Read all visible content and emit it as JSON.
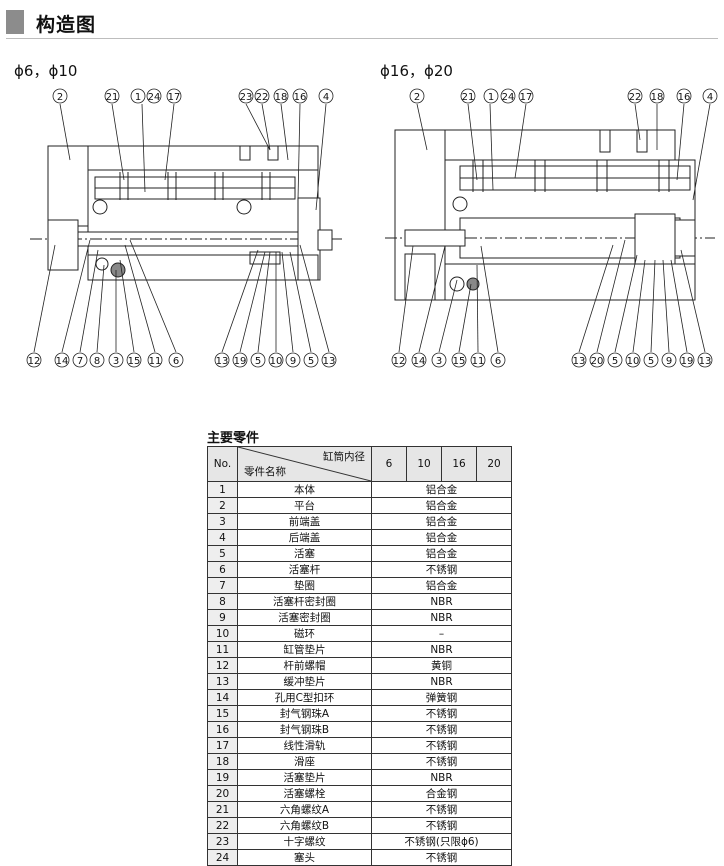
{
  "page": {
    "title": "构造图"
  },
  "diagram_left": {
    "size_label": "ϕ6，ϕ10",
    "top_callouts": [
      "2",
      "21",
      "1",
      "24",
      "17",
      "23",
      "22",
      "18",
      "16",
      "4"
    ],
    "bottom_callouts": [
      "12",
      "14",
      "7",
      "8",
      "3",
      "15",
      "11",
      "6",
      "13",
      "19",
      "5",
      "10",
      "9",
      "5",
      "13"
    ]
  },
  "diagram_right": {
    "size_label": "ϕ16，ϕ20",
    "top_callouts": [
      "2",
      "21",
      "1",
      "24",
      "17",
      "22",
      "18",
      "16",
      "4"
    ],
    "bottom_callouts": [
      "12",
      "14",
      "3",
      "15",
      "11",
      "6",
      "13",
      "20",
      "5",
      "10",
      "5",
      "9",
      "19",
      "13"
    ]
  },
  "table": {
    "title": "主要零件",
    "header_no": "No.",
    "header_bore": "缸筒内径",
    "header_part": "零件名称",
    "sizes": [
      "6",
      "10",
      "16",
      "20"
    ],
    "rows": [
      {
        "no": "1",
        "name": "本体",
        "material": "铝合金"
      },
      {
        "no": "2",
        "name": "平台",
        "material": "铝合金"
      },
      {
        "no": "3",
        "name": "前端盖",
        "material": "铝合金"
      },
      {
        "no": "4",
        "name": "后端盖",
        "material": "铝合金"
      },
      {
        "no": "5",
        "name": "活塞",
        "material": "铝合金"
      },
      {
        "no": "6",
        "name": "活塞杆",
        "material": "不锈钢"
      },
      {
        "no": "7",
        "name": "垫圈",
        "material": "铝合金"
      },
      {
        "no": "8",
        "name": "活塞杆密封圈",
        "material": "NBR"
      },
      {
        "no": "9",
        "name": "活塞密封圈",
        "material": "NBR"
      },
      {
        "no": "10",
        "name": "磁环",
        "material": "–"
      },
      {
        "no": "11",
        "name": "缸管垫片",
        "material": "NBR"
      },
      {
        "no": "12",
        "name": "杆前螺帽",
        "material": "黄铜"
      },
      {
        "no": "13",
        "name": "缓冲垫片",
        "material": "NBR"
      },
      {
        "no": "14",
        "name": "孔用C型扣环",
        "material": "弹簧钢"
      },
      {
        "no": "15",
        "name": "封气钢珠A",
        "material": "不锈钢"
      },
      {
        "no": "16",
        "name": "封气钢珠B",
        "material": "不锈钢"
      },
      {
        "no": "17",
        "name": "线性滑轨",
        "material": "不锈钢"
      },
      {
        "no": "18",
        "name": "滑座",
        "material": "不锈钢"
      },
      {
        "no": "19",
        "name": "活塞垫片",
        "material": "NBR"
      },
      {
        "no": "20",
        "name": "活塞螺栓",
        "material": "合金钢"
      },
      {
        "no": "21",
        "name": "六角螺纹A",
        "material": "不锈钢"
      },
      {
        "no": "22",
        "name": "六角螺纹B",
        "material": "不锈钢"
      },
      {
        "no": "23",
        "name": "十字螺纹",
        "material": "不锈钢(只限ϕ6)"
      },
      {
        "no": "24",
        "name": "塞头",
        "material": "不锈钢"
      }
    ]
  }
}
